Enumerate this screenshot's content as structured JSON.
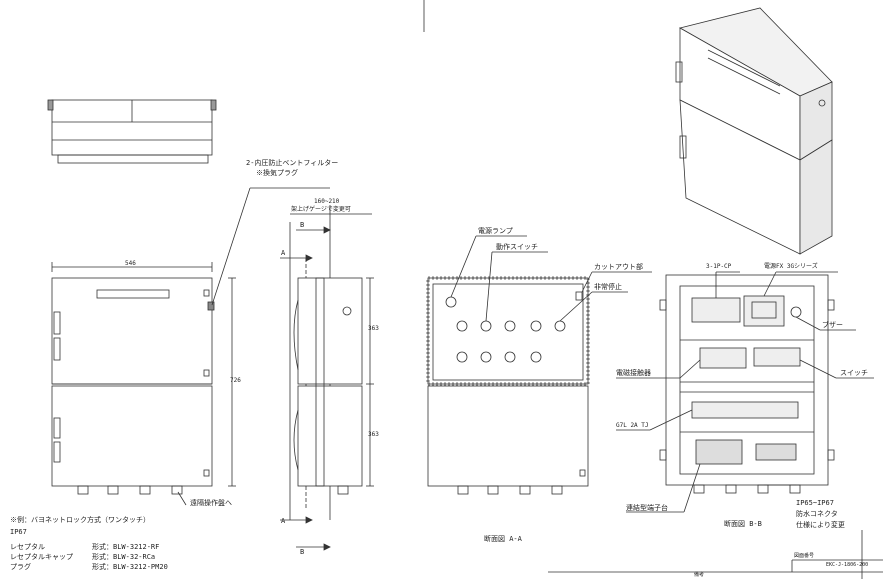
{
  "notes": {
    "filter_line1": "2-内圧防止ベントフィルター",
    "filter_line2": "※換気プラグ",
    "example_line": "※例：バヨネットロック方式（ワンタッチ）",
    "ip_line": "IP67",
    "parts": [
      {
        "name": "レセプタル",
        "model": "形式：BLW-3212-RF"
      },
      {
        "name": "レセプタルキャップ",
        "model": "形式：BLW-32-RCa"
      },
      {
        "name": "プラグ",
        "model": "形式：BLW-3212-PM20"
      }
    ],
    "remote_panel": "遠隔操作盤へ"
  },
  "dimensions": {
    "width_546": "546",
    "height_726": "726",
    "upper_363": "363",
    "lower_363": "363",
    "depth_range": "160~210",
    "depth_note": "架上げゲージで変更可"
  },
  "section_markers": {
    "a_top": "A",
    "b_top": "B",
    "a_bottom": "A",
    "b_bottom": "B"
  },
  "section_aa": {
    "lamp": "電源ランプ",
    "switch": "動作スイッチ",
    "cutout": "カットアウト部",
    "estop": "非常停止",
    "caption": "断面図 A-A"
  },
  "section_bb": {
    "breaker": "3-1P-CP",
    "psu": "電源FX 3Gシリーズ",
    "buzzer": "ブザー",
    "contactor": "電磁接触器",
    "switch": "スイッチ",
    "terminal_tag": "G7L 2A TJ",
    "terminal_block": "連結型端子台",
    "ip_rating": "IP65~IP67",
    "connector": "防水コネクタ",
    "connector_note": "仕様により変更",
    "caption": "断面図 B-B"
  },
  "title_block": {
    "drawing_no_label": "図面番号",
    "drawing_no": "EKC-J-1806-200",
    "note_label": "備考"
  }
}
